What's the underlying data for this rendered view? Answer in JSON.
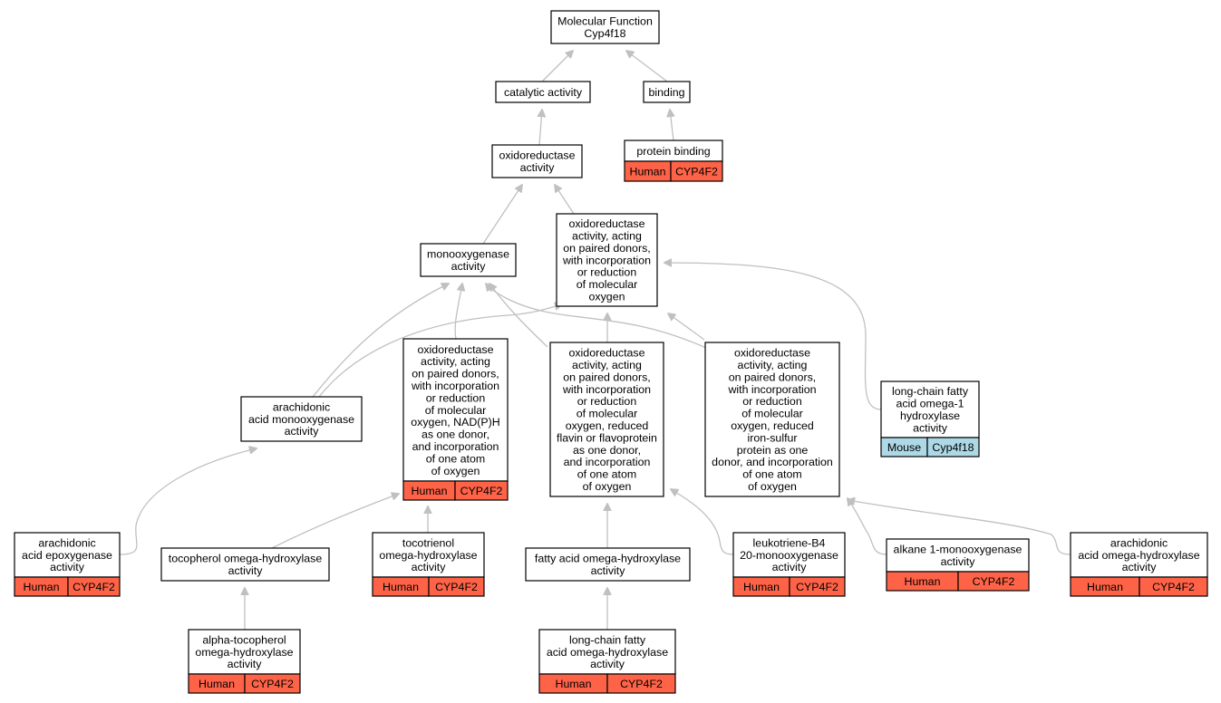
{
  "colors": {
    "human": "#ff6347",
    "mouse": "#add8e6",
    "edge": "#c0c0c0"
  },
  "nodes": {
    "root": {
      "lines": [
        "Molecular Function",
        "Cyp4f18"
      ]
    },
    "catalytic": {
      "lines": [
        "catalytic activity"
      ]
    },
    "binding": {
      "lines": [
        "binding"
      ]
    },
    "protein_binding": {
      "lines": [
        "protein binding"
      ],
      "species": "Human",
      "gene": "CYP4F2"
    },
    "oxidoreductase": {
      "lines": [
        "oxidoreductase",
        "activity"
      ]
    },
    "monooxygenase": {
      "lines": [
        "monooxygenase",
        "activity"
      ]
    },
    "paired_donors": {
      "lines": [
        "oxidoreductase",
        "activity, acting",
        "on paired donors,",
        "with incorporation",
        "or reduction",
        "of molecular",
        "oxygen"
      ]
    },
    "nadph": {
      "lines": [
        "oxidoreductase",
        "activity, acting",
        "on paired donors,",
        "with incorporation",
        "or reduction",
        "of molecular",
        "oxygen, NAD(P)H",
        "as one donor,",
        "and incorporation",
        "of one atom",
        "of oxygen"
      ],
      "species": "Human",
      "gene": "CYP4F2"
    },
    "flavin": {
      "lines": [
        "oxidoreductase",
        "activity, acting",
        "on paired donors,",
        "with incorporation",
        "or reduction",
        "of molecular",
        "oxygen, reduced",
        "flavin or flavoprotein",
        "as one donor,",
        "and incorporation",
        "of one atom",
        "of oxygen"
      ]
    },
    "iron_sulfur": {
      "lines": [
        "oxidoreductase",
        "activity, acting",
        "on paired donors,",
        "with incorporation",
        "or reduction",
        "of molecular",
        "oxygen, reduced",
        "iron-sulfur",
        "protein as one",
        "donor, and incorporation",
        "of one atom",
        "of oxygen"
      ]
    },
    "arachidonic_mono": {
      "lines": [
        "arachidonic",
        "acid monooxygenase",
        "activity"
      ]
    },
    "lcfa_omega1": {
      "lines": [
        "long-chain fatty",
        "acid omega-1",
        "hydroxylase",
        "activity"
      ],
      "species": "Mouse",
      "gene": "Cyp4f18"
    },
    "arachidonic_epox": {
      "lines": [
        "arachidonic",
        "acid epoxygenase",
        "activity"
      ],
      "species": "Human",
      "gene": "CYP4F2"
    },
    "tocopherol": {
      "lines": [
        "tocopherol omega-hydroxylase",
        "activity"
      ]
    },
    "tocotrienol": {
      "lines": [
        "tocotrienol",
        "omega-hydroxylase",
        "activity"
      ],
      "species": "Human",
      "gene": "CYP4F2"
    },
    "fatty_acid": {
      "lines": [
        "fatty acid omega-hydroxylase",
        "activity"
      ]
    },
    "leukotriene": {
      "lines": [
        "leukotriene-B4",
        "20-monooxygenase",
        "activity"
      ],
      "species": "Human",
      "gene": "CYP4F2"
    },
    "alkane": {
      "lines": [
        "alkane 1-monooxygenase",
        "activity"
      ],
      "species": "Human",
      "gene": "CYP4F2"
    },
    "arachidonic_omega": {
      "lines": [
        "arachidonic",
        "acid omega-hydroxylase",
        "activity"
      ],
      "species": "Human",
      "gene": "CYP4F2"
    },
    "alpha_tocopherol": {
      "lines": [
        "alpha-tocopherol",
        "omega-hydroxylase",
        "activity"
      ],
      "species": "Human",
      "gene": "CYP4F2"
    },
    "lcfa_omega": {
      "lines": [
        "long-chain fatty",
        "acid omega-hydroxylase",
        "activity"
      ],
      "species": "Human",
      "gene": "CYP4F2"
    }
  }
}
